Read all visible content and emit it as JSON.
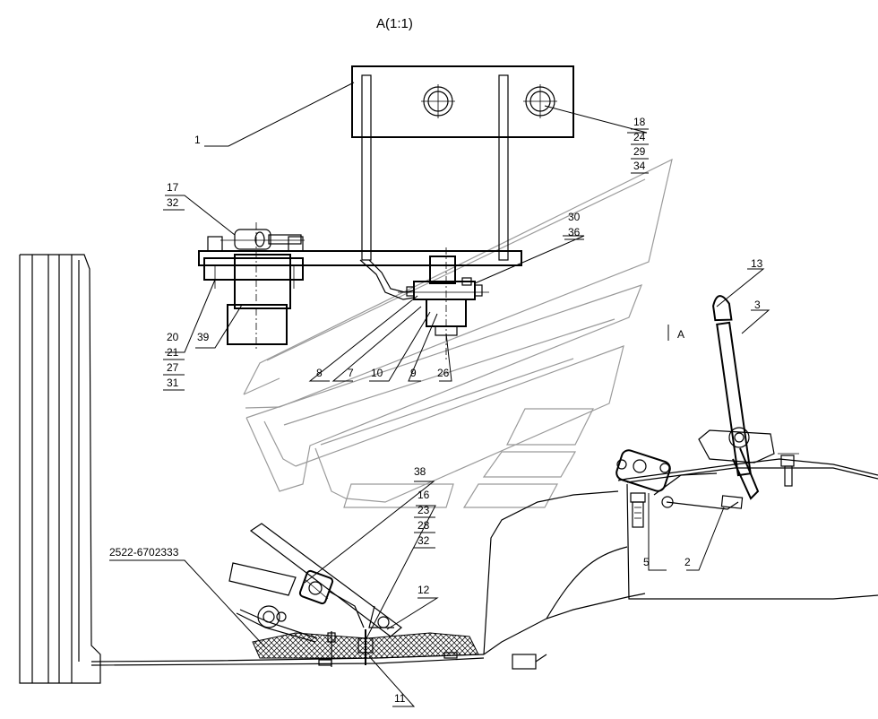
{
  "view_title": "A(1:1)",
  "view_arrow_label": "A",
  "callouts": {
    "c1": "1",
    "c2": "2",
    "c3": "3",
    "c5": "5",
    "c7": "7",
    "c8": "8",
    "c9": "9",
    "c10": "10",
    "c11": "11",
    "c12": "12",
    "c13": "13",
    "c16": "16",
    "c23": "23",
    "c28": "28",
    "c32b": "32",
    "c17": "17",
    "c32a": "32",
    "c18": "18",
    "c24": "24",
    "c29": "29",
    "c34": "34",
    "c20": "20",
    "c21": "21",
    "c27": "27",
    "c31": "31",
    "c26": "26",
    "c30": "30",
    "c36": "36",
    "c38": "38",
    "c39": "39",
    "part_number": "2522-6702333"
  }
}
